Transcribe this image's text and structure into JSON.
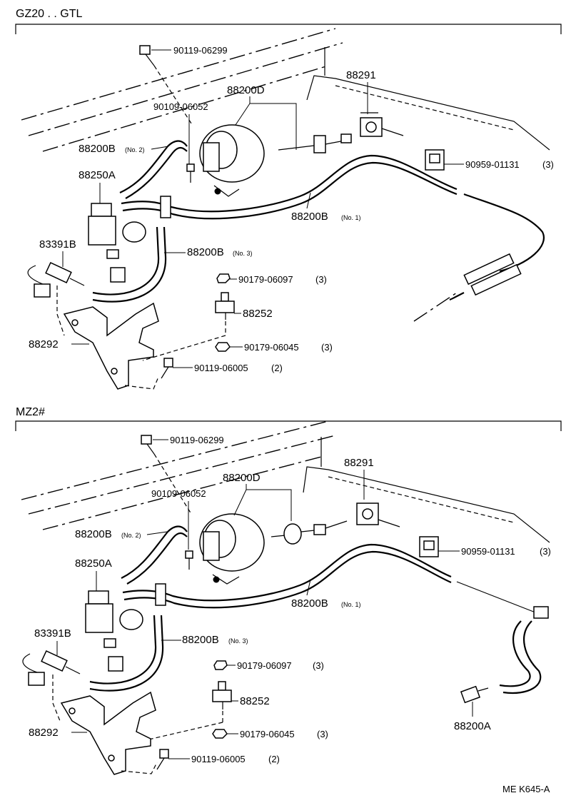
{
  "diagram": {
    "top_section": {
      "header": "GZ20 . . GTL",
      "labels": {
        "bolt_top": "90119-06299",
        "vsv_unit": "88200D",
        "screw": "90109-06052",
        "hose_no2": "88200B",
        "hose_no2_sub": "(No. 2)",
        "vsv_valve": "88250A",
        "switch": "83391B",
        "hose_no3": "88200B",
        "hose_no3_sub": "(No. 3)",
        "nut_upper": "90179-06097",
        "nut_upper_qty": "(3)",
        "bracket_part": "88252",
        "bracket": "88292",
        "nut_lower": "90179-06045",
        "nut_lower_qty": "(3)",
        "bolt_lower": "90119-06005",
        "bolt_lower_qty": "(2)",
        "hose_no1": "88200B",
        "hose_no1_sub": "(No. 1)",
        "bracket_right": "88291",
        "clamp": "90959-01131",
        "clamp_qty": "(3)"
      }
    },
    "bottom_section": {
      "header": "MZ2#",
      "labels": {
        "bolt_top": "90119-06299",
        "vsv_unit": "88200D",
        "screw": "90109-06052",
        "hose_no2": "88200B",
        "hose_no2_sub": "(No. 2)",
        "vsv_valve": "88250A",
        "switch": "83391B",
        "hose_no3": "88200B",
        "hose_no3_sub": "(No. 3)",
        "nut_upper": "90179-06097",
        "nut_upper_qty": "(3)",
        "bracket_part": "88252",
        "bracket": "88292",
        "nut_lower": "90179-06045",
        "nut_lower_qty": "(3)",
        "bolt_lower": "90119-06005",
        "bolt_lower_qty": "(2)",
        "hose_no1": "88200B",
        "hose_no1_sub": "(No. 1)",
        "bracket_right": "88291",
        "clamp": "90959-01131",
        "clamp_qty": "(3)",
        "hose_end": "88200A"
      }
    },
    "footer_code": "ME K645-A"
  }
}
